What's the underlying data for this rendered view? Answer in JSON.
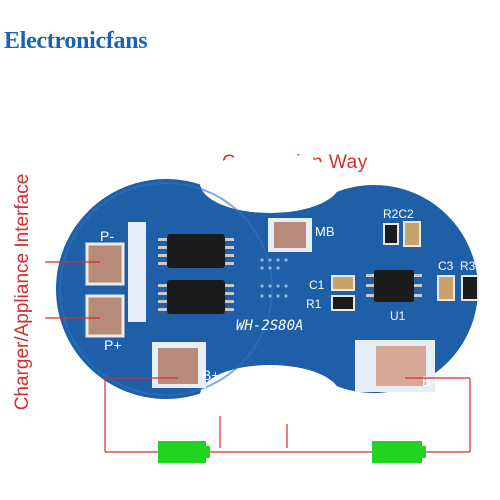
{
  "brand": "Electronicfans",
  "diagram": {
    "title": "Connection Way",
    "side_label": "Charger/Appliance Interface"
  },
  "board": {
    "model": "WH-2S80A",
    "pads": {
      "p_minus": "P-",
      "p_plus": "P+",
      "b_plus": "B+",
      "b_minus": "B-",
      "mb": "MB"
    },
    "components": {
      "r2c2": "R2C2",
      "c3": "C3",
      "r3": "R3",
      "c1": "C1",
      "r1": "R1",
      "u1": "U1"
    }
  },
  "colors": {
    "brand": "#1a63b5",
    "label": "#d32f2f",
    "board": "#1f5fa8",
    "battery": "#22d422",
    "wire": "#d32f2f"
  }
}
